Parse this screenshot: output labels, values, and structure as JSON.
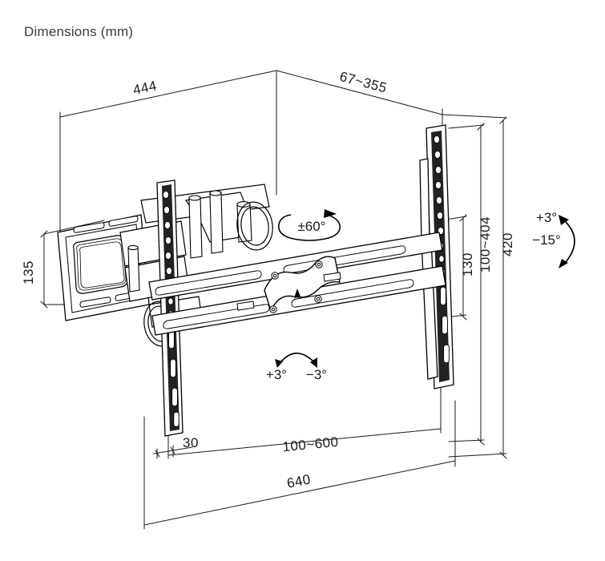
{
  "page": {
    "title": "Dimensions (mm)",
    "background_color": "#ffffff",
    "line_color": "#000000",
    "title_color": "#3a3a3a"
  },
  "drawing": {
    "subject": "full-motion tv wall mount bracket isometric dimension drawing",
    "view": "isometric",
    "units": "mm"
  },
  "dimensions": {
    "top_left": {
      "label": "444",
      "name": "wall-plate-width"
    },
    "top_right": {
      "label": "67~355",
      "name": "extension-depth-range"
    },
    "left_vertical": {
      "label": "135",
      "name": "wall-plate-height"
    },
    "right_inner": {
      "label": "130",
      "name": "vesa-inner-height"
    },
    "right_middle": {
      "label": "100~404",
      "name": "vesa-height-range"
    },
    "right_outer": {
      "label": "420",
      "name": "overall-height"
    },
    "bottom_small": {
      "label": "30",
      "name": "rail-offset"
    },
    "bottom_middle": {
      "label": "100~600",
      "name": "vesa-width-range"
    },
    "bottom_outer": {
      "label": "640",
      "name": "overall-width"
    }
  },
  "angles": {
    "swivel": {
      "label": "±60°",
      "name": "swivel-range"
    },
    "tilt_up": {
      "label": "+3°",
      "name": "tilt-up"
    },
    "tilt_down": {
      "label": "−15°",
      "name": "tilt-down"
    },
    "level_left": {
      "label": "+3°",
      "name": "level-adjust-plus"
    },
    "level_right": {
      "label": "−3°",
      "name": "level-adjust-minus"
    }
  },
  "markers": {
    "up_arrow": {
      "label": "▲",
      "name": "orientation-up-marker"
    }
  }
}
